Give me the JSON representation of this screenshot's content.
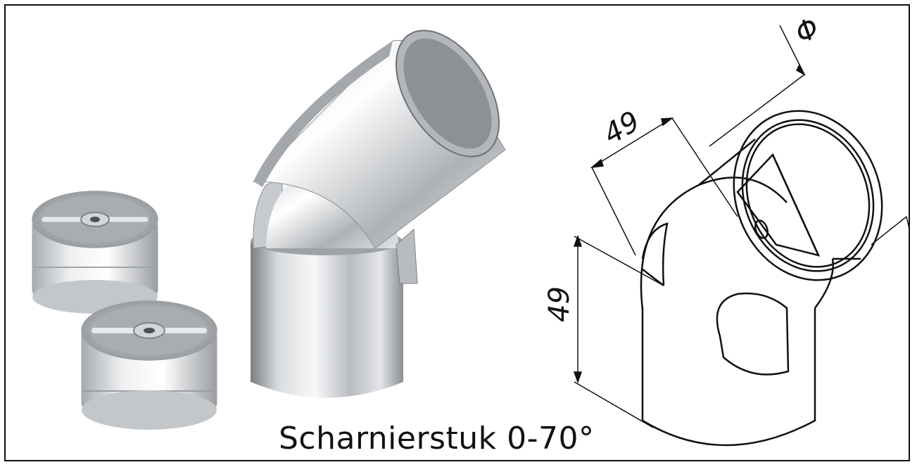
{
  "caption": "Scharnierstuk 0-70°",
  "dimensions": {
    "diameter_symbol": "Φ",
    "top_length": "49",
    "side_length": "49"
  },
  "colors": {
    "outline": "#111111",
    "steel_light": "#f2f3f4",
    "steel_mid": "#b9bcbf",
    "steel_dark": "#6f7377"
  }
}
